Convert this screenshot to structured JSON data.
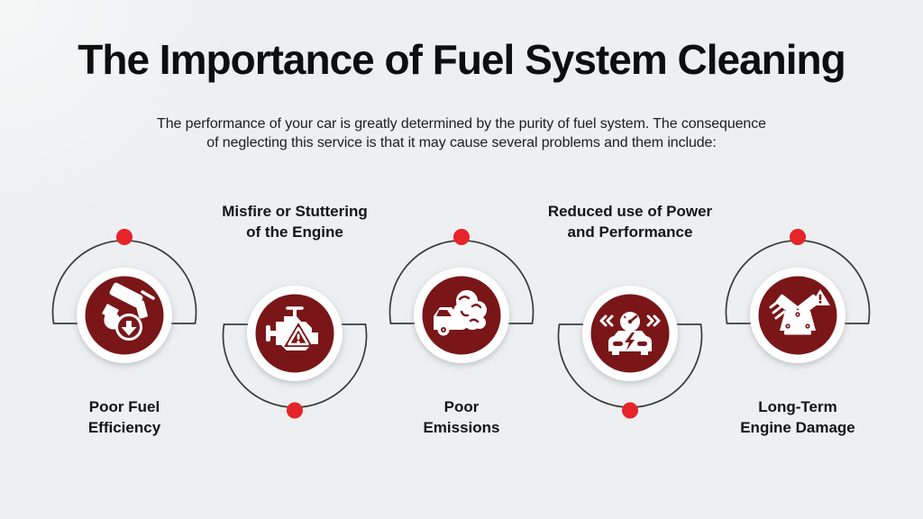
{
  "header": {
    "title": "The Importance of Fuel System Cleaning",
    "subtitle": {
      "line1": "The performance of your car is greatly determined by the purity of fuel system. The consequence",
      "line2": "of neglecting this service is that it may cause several problems and them include:"
    }
  },
  "colors": {
    "background": "#edeff1",
    "dark_red_circle": "#7a1618",
    "bright_red_dot": "#e52529",
    "arc_line": "#39393b",
    "icon_white": "#ffffff",
    "title_text": "#0e0e0f",
    "label_text": "#141414"
  },
  "items": [
    {
      "icon": "fuel-nozzle-drop-icon",
      "dot_position": "top",
      "label_position": "below",
      "label": {
        "line1": "Poor Fuel",
        "line2": "Efficiency"
      }
    },
    {
      "icon": "check-engine-warning-icon",
      "dot_position": "bottom",
      "label_position": "above",
      "label": {
        "line1": "Misfire or Stuttering",
        "line2": "of the Engine"
      }
    },
    {
      "icon": "car-exhaust-smoke-icon",
      "dot_position": "top",
      "label_position": "below",
      "label": {
        "line1": "Poor",
        "line2": "Emissions"
      }
    },
    {
      "icon": "speedometer-car-icon",
      "dot_position": "bottom",
      "label_position": "above",
      "label": {
        "line1": "Reduced use of Power",
        "line2": "and Performance"
      }
    },
    {
      "icon": "v-engine-warning-icon",
      "dot_position": "top",
      "label_position": "below",
      "label": {
        "line1": "Long-Term",
        "line2": "Engine Damage"
      }
    }
  ]
}
